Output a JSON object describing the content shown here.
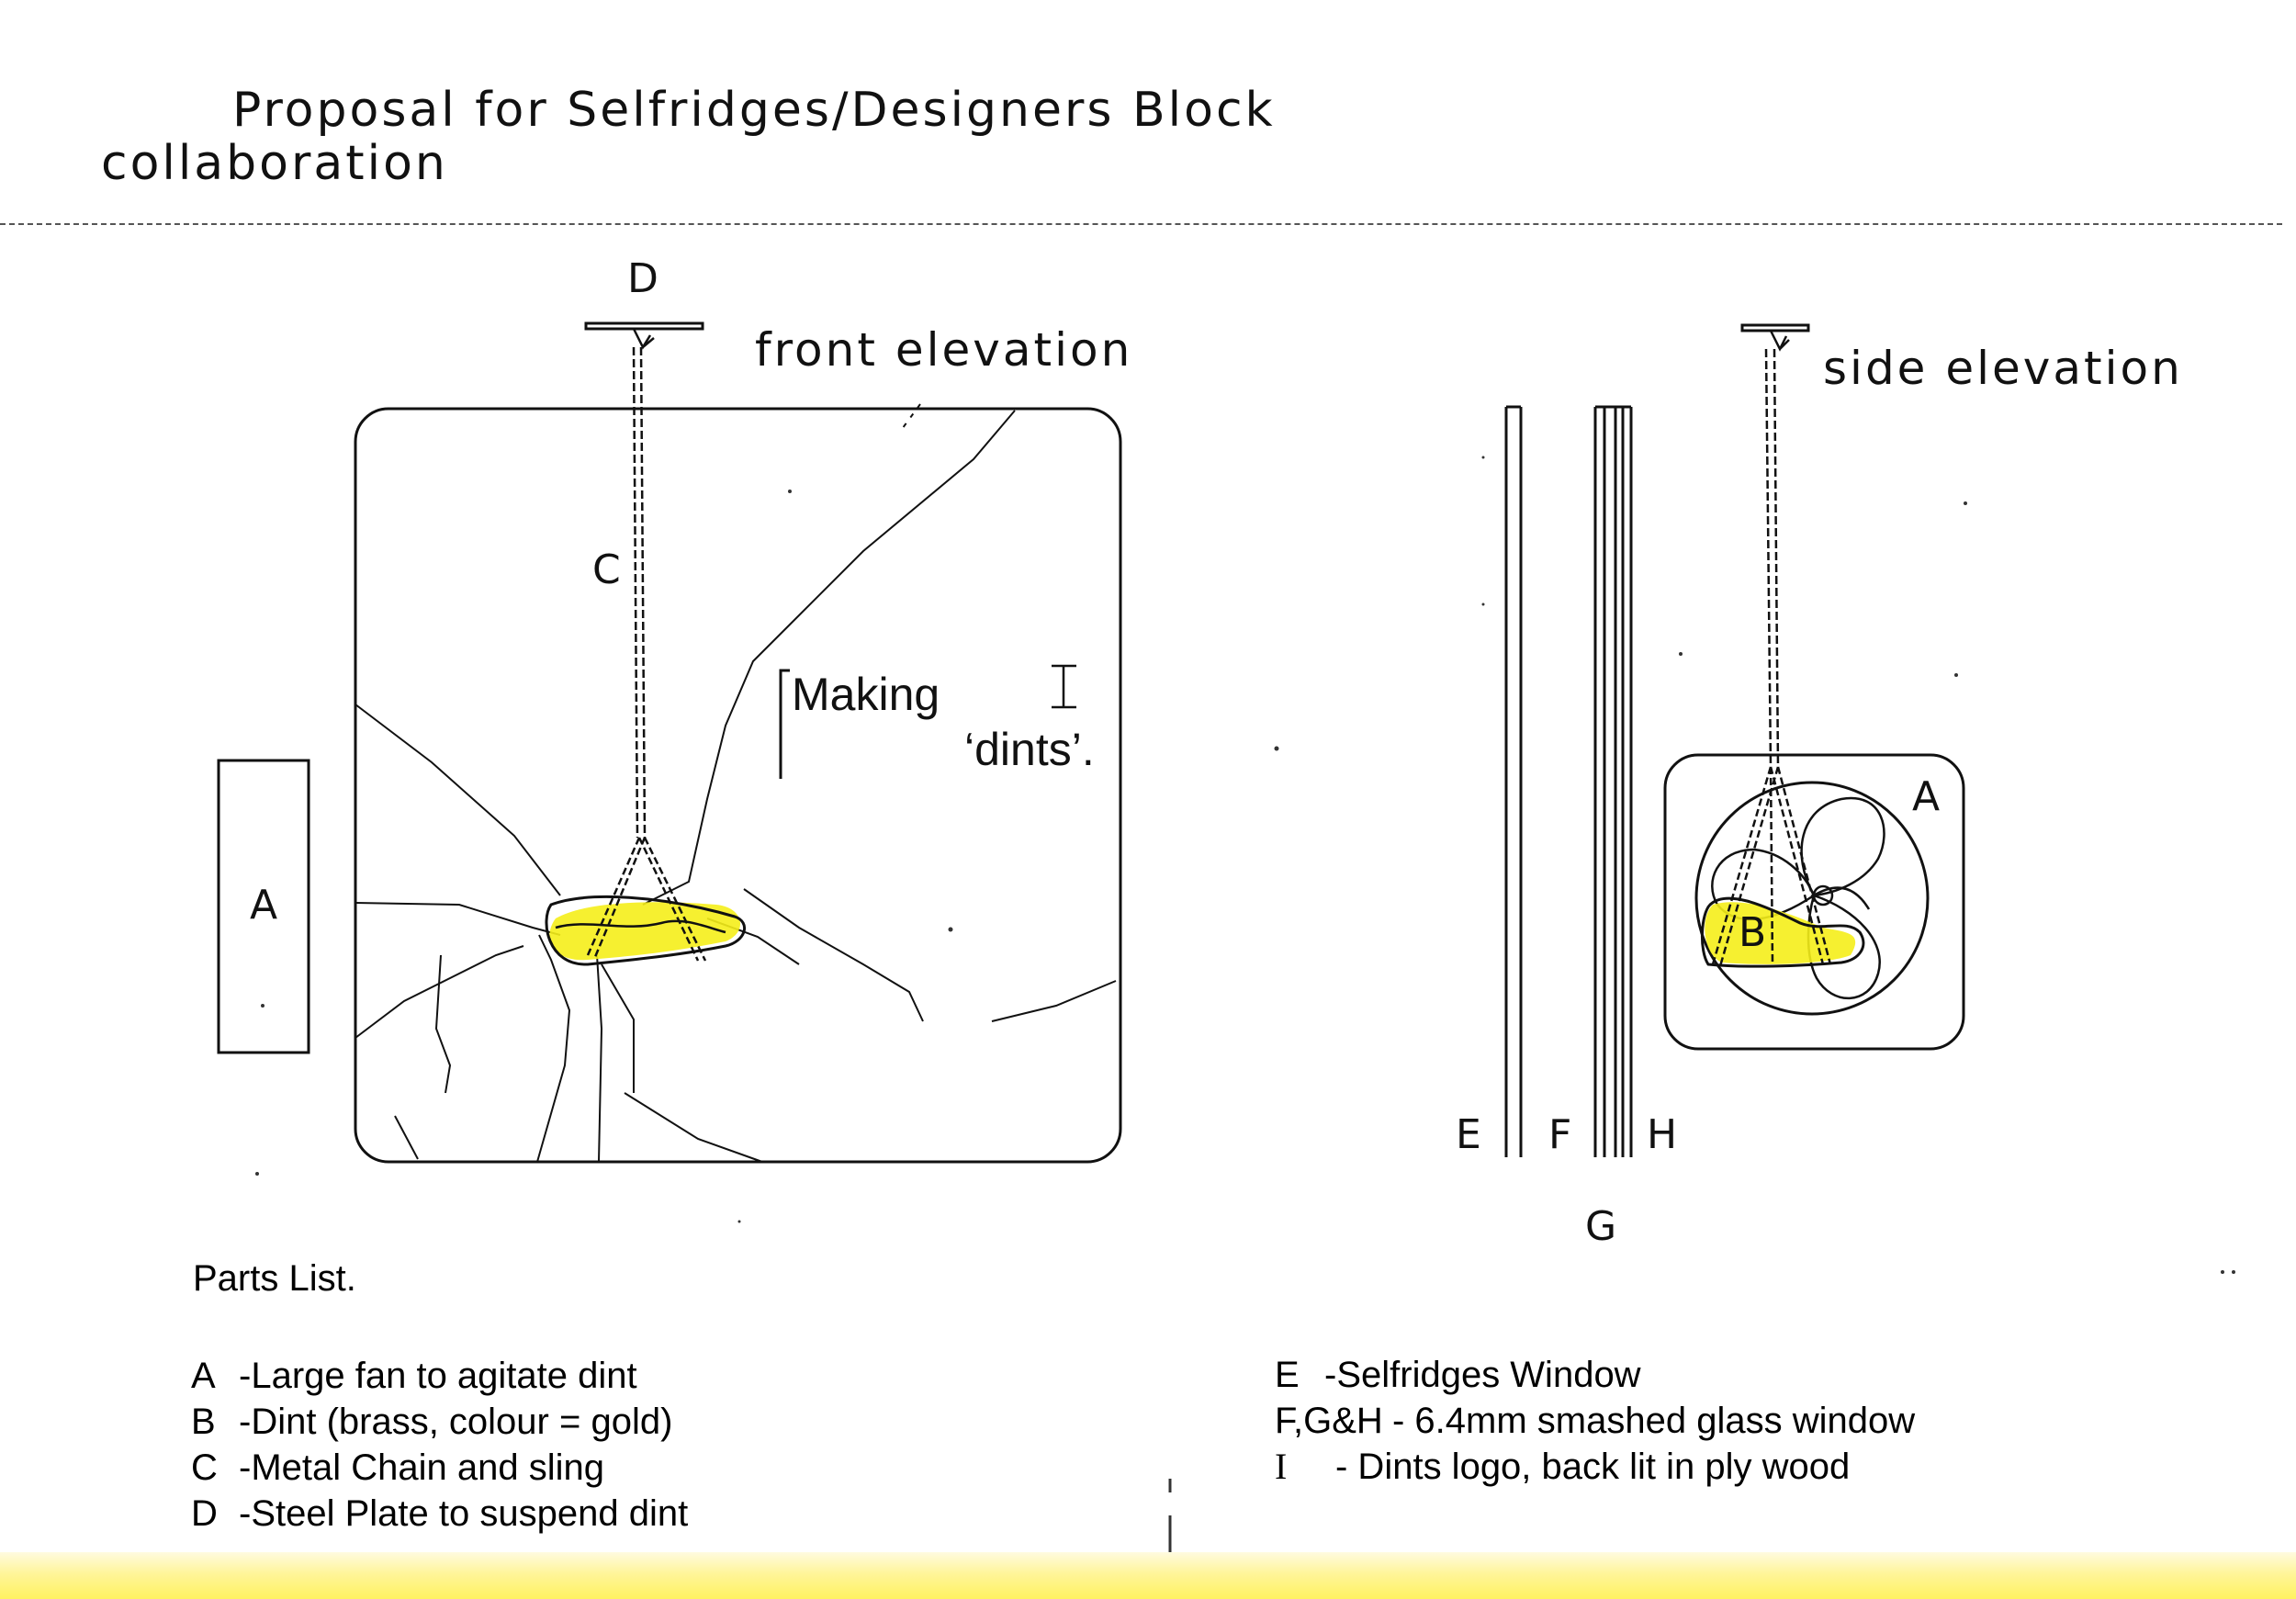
{
  "header": {
    "title_line1": "Proposal for Selfridges/Designers Block",
    "title_line2": "collaboration"
  },
  "front_elevation": {
    "caption": "front elevation",
    "labels": {
      "d": "D",
      "c": "C",
      "a": "A",
      "i": "I"
    },
    "logo_text_line1": "Making",
    "logo_text_line2": "‘dints’."
  },
  "side_elevation": {
    "caption": "side elevation",
    "labels": {
      "a": "A",
      "b": "B",
      "e": "E",
      "f": "F",
      "g": "G",
      "h": "H"
    }
  },
  "parts_list": {
    "title": "Parts List.",
    "left_items": [
      {
        "key": "A",
        "text": "-Large fan to agitate dint"
      },
      {
        "key": "B",
        "text": "-Dint (brass, colour = gold)"
      },
      {
        "key": "C",
        "text": "-Metal Chain and sling"
      },
      {
        "key": "D",
        "text": "-Steel Plate to suspend dint"
      }
    ],
    "right_items": [
      {
        "key": "E",
        "text": "-Selfridges Window"
      },
      {
        "key": "F,G&H",
        "text": "- 6.4mm smashed glass window"
      },
      {
        "key": "I",
        "text": "- Dints logo, back lit in ply wood"
      }
    ]
  },
  "colors": {
    "ink": "#111111",
    "dint_highlight": "#f5ee1a",
    "bottom_band": "#fff261"
  }
}
